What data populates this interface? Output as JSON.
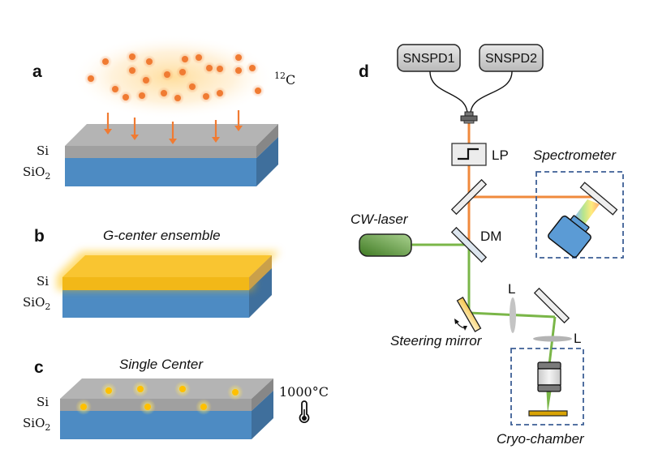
{
  "figure": {
    "panels": {
      "a": {
        "label": "a",
        "ion_label_mass": "12",
        "ion_label_element": "C",
        "layer_top": "Si",
        "layer_bottom_base": "SiO",
        "layer_bottom_sub": "2"
      },
      "b": {
        "label": "b",
        "title": "G-center ensemble",
        "layer_top": "Si",
        "layer_bottom_base": "SiO",
        "layer_bottom_sub": "2"
      },
      "c": {
        "label": "c",
        "title": "Single Center",
        "layer_top": "Si",
        "layer_bottom_base": "SiO",
        "layer_bottom_sub": "2",
        "temperature": "1000°C",
        "temperature_icon": "thermometer-icon"
      },
      "d": {
        "label": "d",
        "detector_1": "SNSPD1",
        "detector_2": "SNSPD2",
        "filter_label": "LP",
        "spectrometer_label": "Spectrometer",
        "laser_label": "CW-laser",
        "dichroic_label": "DM",
        "lens_label_1": "L",
        "lens_label_2": "L",
        "steering_label": "Steering mirror",
        "cryo_label": "Cryo-chamber"
      }
    },
    "colors": {
      "silicon_top": "#b4b4b4",
      "silicon_front": "#a0a0a0",
      "silicon_side": "#878787",
      "oxide_front": "#4d8bc3",
      "oxide_side": "#3f6f9c",
      "ion": "#f07b32",
      "emission_yellow": "#ffc000",
      "collection_beam": "#f08a3c",
      "excitation_beam": "#7ab648",
      "frame_dash": "#3d5f95"
    }
  }
}
